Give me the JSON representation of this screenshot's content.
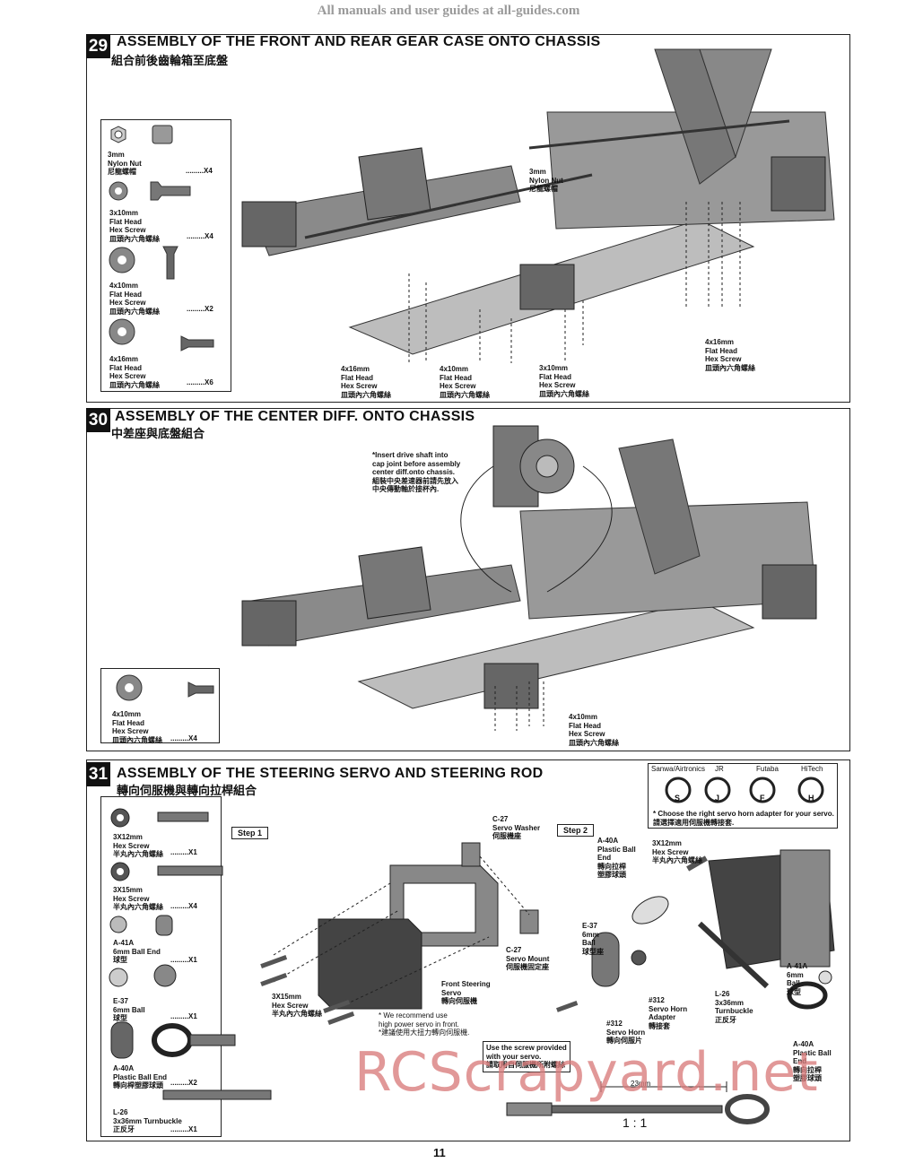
{
  "header_watermark": "All manuals and user guides at all-guides.com",
  "site_watermark": "RCScrapyard.net",
  "page_number": "11",
  "step29": {
    "number": "29",
    "title": "ASSEMBLY OF THE FRONT AND REAR GEAR CASE ONTO CHASSIS",
    "subtitle": "組合前後齒輪箱至底盤",
    "parts": [
      {
        "label": "3mm\nNylon Nut\n尼龍螺帽",
        "qty": "X4"
      },
      {
        "label": "3x10mm\nFlat Head\nHex Screw\n皿頭內六角螺絲",
        "qty": "X4"
      },
      {
        "label": "4x10mm\nFlat Head\nHex Screw\n皿頭內六角螺絲",
        "qty": "X2"
      },
      {
        "label": "4x16mm\nFlat Head\nHex Screw\n皿頭內六角螺絲",
        "qty": "X6"
      }
    ],
    "callouts": {
      "nylon_nut": "3mm\nNylon Nut\n尼龍螺帽",
      "s4x16_left": "4x16mm\nFlat Head\nHex Screw\n皿頭內六角螺絲",
      "s4x10": "4x10mm\nFlat Head\nHex Screw\n皿頭內六角螺絲",
      "s3x10": "3x10mm\nFlat Head\nHex Screw\n皿頭內六角螺絲",
      "s4x16_right": "4x16mm\nFlat Head\nHex Screw\n皿頭內六角螺絲"
    }
  },
  "step30": {
    "number": "30",
    "title": "ASSEMBLY OF THE CENTER DIFF. ONTO CHASSIS",
    "subtitle": "中差座與底盤組合",
    "note": "*Insert drive shaft into\ncap joint before assembly\ncenter diff.onto chassis.\n組裝中央差速器前請先放入\n中央傳動軸於接杯內.",
    "parts": [
      {
        "label": "4x10mm\nFlat Head\nHex Screw\n皿頭內六角螺絲",
        "qty": "X4"
      }
    ],
    "callout": "4x10mm\nFlat Head\nHex Screw\n皿頭內六角螺絲"
  },
  "step31": {
    "number": "31",
    "title": "ASSEMBLY OF THE STEERING SERVO AND STEERING ROD",
    "subtitle": "轉向伺服機與轉向拉桿組合",
    "brands": [
      "Sanwa/Airtronics",
      "JR",
      "Futaba",
      "HiTech"
    ],
    "brand_letters": [
      "S",
      "J",
      "F",
      "H"
    ],
    "horn_note": "* Choose the right servo horn adapter for your servo.\n請選擇適用伺服機轉接套.",
    "parts": [
      {
        "label": "3X12mm\nHex Screw\n半丸內六角螺絲",
        "qty": "X1"
      },
      {
        "label": "3X15mm\nHex Screw\n半丸內六角螺絲",
        "qty": "X4"
      },
      {
        "label": "A-41A\n6mm Ball End\n球型",
        "qty": "X1"
      },
      {
        "label": "E-37\n6mm Ball\n球型",
        "qty": "X1"
      },
      {
        "label": "A-40A\nPlastic Ball End\n轉向桿塑膠球頭",
        "qty": "X2"
      },
      {
        "label": "L-26\n3x36mm Turnbuckle\n正反牙",
        "qty": "X1"
      }
    ],
    "step1": "Step 1",
    "step2": "Step 2",
    "labels": {
      "servo_washer": "C-27\nServo Washer\n伺服機座",
      "servo_mount": "C-27\nServo Mount\n伺服機固定座",
      "front_servo": "Front Steering\nServo\n轉向伺服機",
      "screw_3x15": "3X15mm\nHex Screw\n半丸內六角螺絲",
      "recommend": "* We recommend use\nhigh power servo in front.\n*建議使用大扭力轉向伺服機.",
      "ballend_a40a": "A-40A\nPlastic Ball\nEnd\n轉向拉桿\n塑膠球頭",
      "screw_3x12": "3X12mm\nHex Screw\n半丸內六角螺絲",
      "ball_e37": "E-37\n6mm\nBall\n球型座",
      "horn_adapter": "#312\nServo Horn\nAdapter\n轉接套",
      "servo_horn": "#312\nServo Horn\n轉向伺服片",
      "turnbuckle": "L-26\n3x36mm\nTurnbuckle\n正反牙",
      "ball_a41a": "A-41A\n6mm\nBall\n球型",
      "ballend_a40a_r": "A-40A\nPlastic Ball\nEnd\n轉向拉桿\n塑膠球頭",
      "use_screw": "Use the screw provided\nwith your servo.\n請取用自伺服機所附螺絲",
      "dimension": "23mm",
      "ratio": "1 : 1"
    }
  }
}
